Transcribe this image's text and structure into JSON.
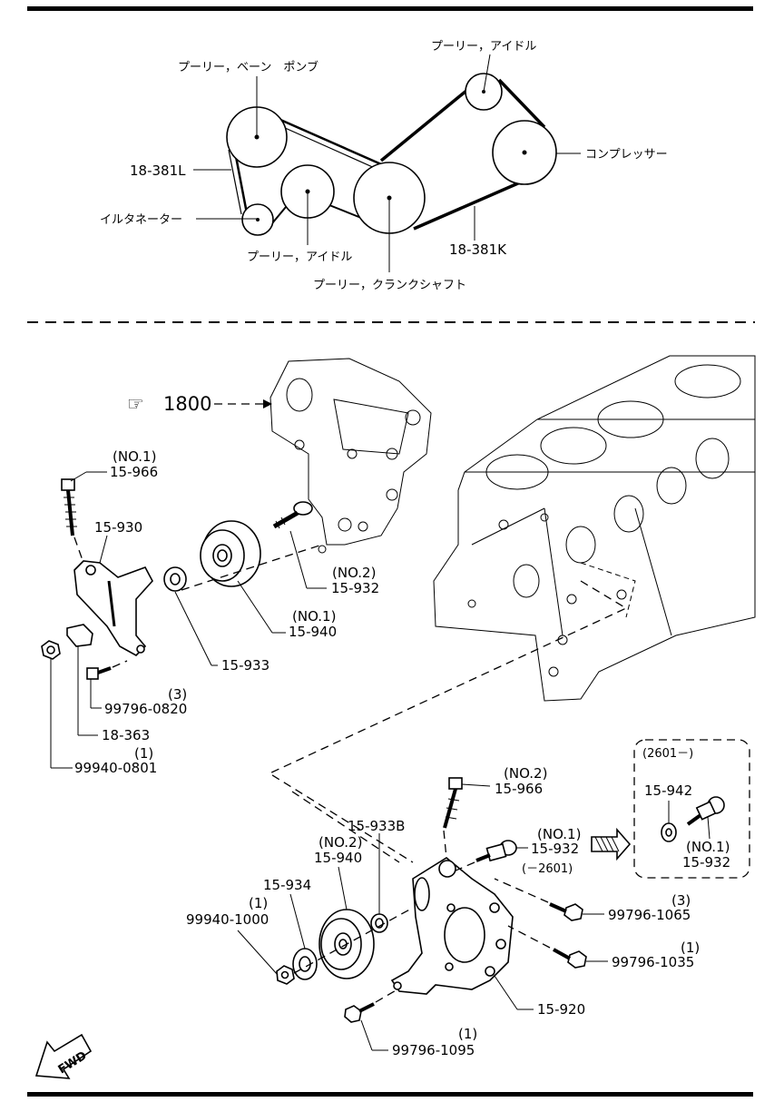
{
  "belt_diagram": {
    "labels": {
      "pulley_vane_pump": "プーリー，ベーン　ポンブ",
      "pulley_idle_top": "プーリー，アイドル",
      "compressor": "コンプレッサー",
      "belt_l": "18-381L",
      "alternator": "イルタネーター",
      "pulley_idle_bottom": "プーリー，アイドル",
      "belt_k": "18-381K",
      "pulley_crankshaft": "プーリー，クランクシャフト"
    }
  },
  "exploded_view": {
    "reference": "1800",
    "upper_group": {
      "bolt_no1_qty": "(NO.1)",
      "bolt_no1": "15-966",
      "bracket": "15-930",
      "bolt_no2_qty": "(NO.2)",
      "bolt_no2": "15-932",
      "pulley_no1_qty": "(NO.1)",
      "pulley_no1": "15-940",
      "spacer": "15-933",
      "bolt_small_qty": "(3)",
      "bolt_small": "99796-0820",
      "clip": "18-363",
      "nut_qty": "(1)",
      "nut": "99940-0801"
    },
    "lower_group": {
      "bolt_no2_qty": "(NO.2)",
      "bolt_no2": "15-966",
      "spacer_b": "15-933B",
      "pulley_no2_qty": "(NO.2)",
      "pulley_no2": "15-940",
      "washer": "15-934",
      "nut_qty": "(1)",
      "nut": "99940-1000",
      "bolt_no1_qty": "(NO.1)",
      "bolt_no1": "15-932",
      "bolt_no1_range": "(－2601)",
      "bolt_1065_qty": "(3)",
      "bolt_1065": "99796-1065",
      "bolt_1035_qty": "(1)",
      "bolt_1035": "99796-1035",
      "bracket": "15-920",
      "bolt_1095_qty": "(1)",
      "bolt_1095": "99796-1095"
    },
    "inset": {
      "range": "(2601－)",
      "washer": "15-942",
      "bolt_qty": "(NO.1)",
      "bolt": "15-932"
    },
    "fwd": "FWD"
  }
}
